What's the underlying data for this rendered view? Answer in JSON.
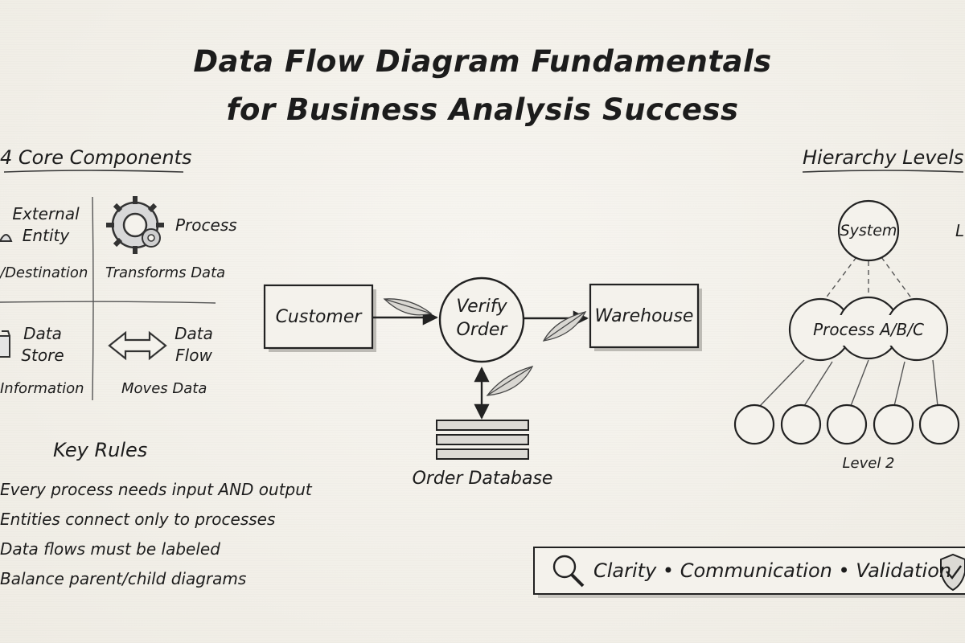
{
  "title": {
    "line1": "Data Flow Diagram Fundamentals",
    "line2": "for Business Analysis Success"
  },
  "components": {
    "header": "4 Core Components",
    "items": [
      {
        "name_line1": "External",
        "name_line2": "Entity",
        "desc": "/Destination",
        "icon": "person-icon"
      },
      {
        "name_line1": "Process",
        "name_line2": "",
        "desc": "Transforms Data",
        "icon": "gear-icon"
      },
      {
        "name_line1": "Data",
        "name_line2": "Store",
        "desc": "Information",
        "icon": "document-icon"
      },
      {
        "name_line1": "Data",
        "name_line2": "Flow",
        "desc": "Moves Data",
        "icon": "double-arrow-icon"
      }
    ]
  },
  "rules": {
    "header": "Key Rules",
    "items": [
      "Every process needs input AND output",
      "Entities connect only to processes",
      "Data flows must be labeled",
      "Balance parent/child diagrams"
    ]
  },
  "flow": {
    "entity_left": "Customer",
    "process_line1": "Verify",
    "process_line2": "Order",
    "entity_right": "Warehouse",
    "store": "Order Database"
  },
  "hierarchy": {
    "header": "Hierarchy Levels",
    "top": "System",
    "middle": "Process A/B/C",
    "bottom_label": "Level 2",
    "side_label": "L"
  },
  "banner": {
    "text": "Clarity • Communication • Validation",
    "left_icon": "magnifier-icon",
    "right_icon": "shield-check-icon"
  }
}
